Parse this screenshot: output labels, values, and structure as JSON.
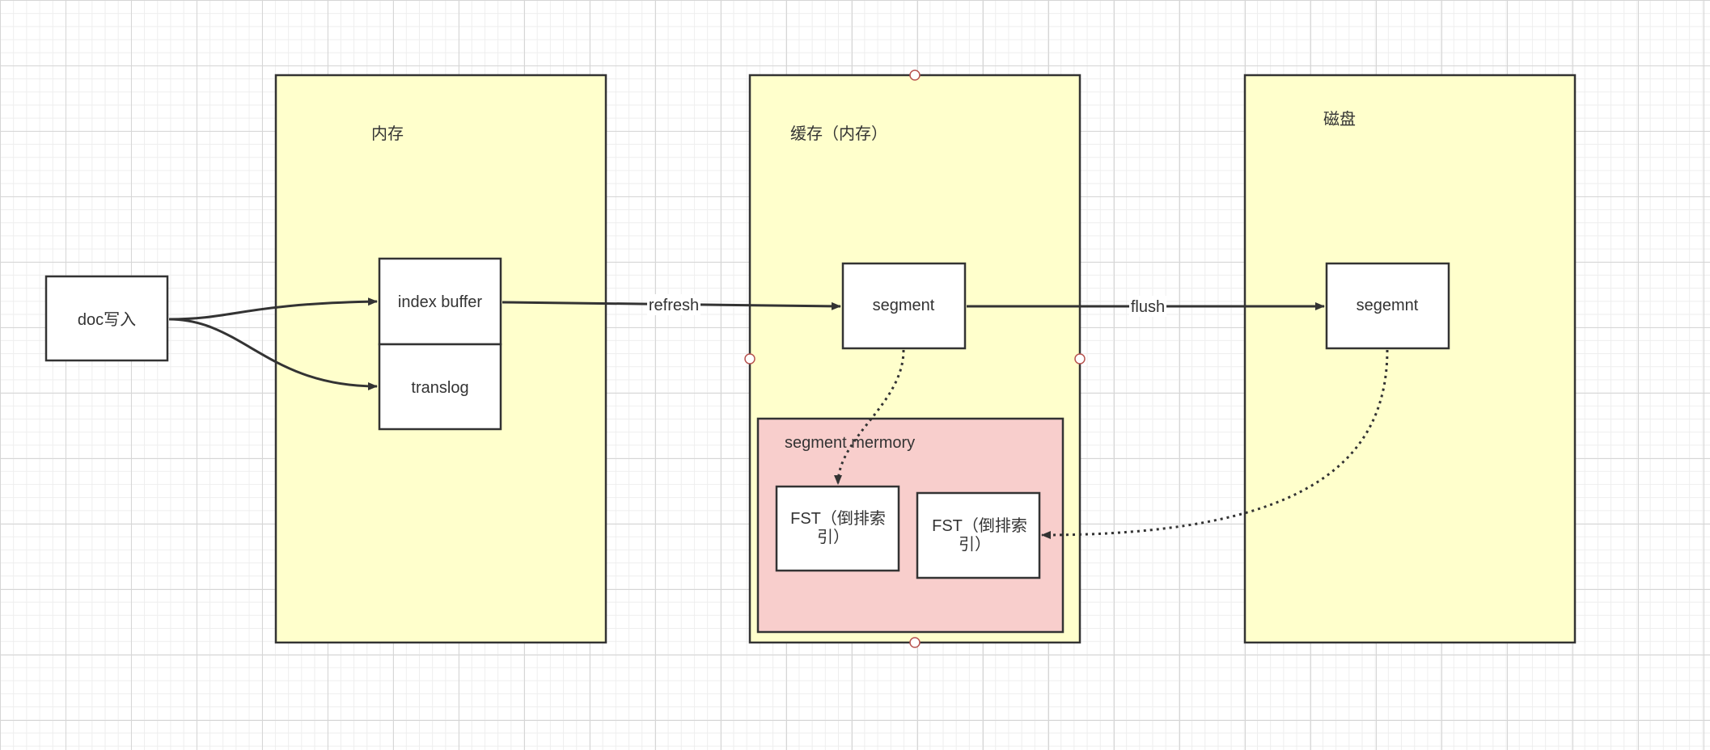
{
  "colors": {
    "container_fill": "#ffffcc",
    "memory_fill": "#f8cecc",
    "box_fill": "#ffffff",
    "stroke": "#333333",
    "port_stroke": "#b85450"
  },
  "containers": {
    "memory": {
      "title": "内存"
    },
    "cache": {
      "title": "缓存（内存）"
    },
    "disk": {
      "title": "磁盘"
    }
  },
  "nodes": {
    "doc_write": "doc写入",
    "index_buffer": "index buffer",
    "translog": "translog",
    "segment": "segment",
    "disk_segment": "segemnt",
    "segment_memory": "segment mermory",
    "fst_left": {
      "line1": "FST（倒排索",
      "line2": "引）"
    },
    "fst_right": {
      "line1": "FST（倒排索",
      "line2": "引）"
    }
  },
  "edges": {
    "refresh": "refresh",
    "flush": "flush"
  }
}
